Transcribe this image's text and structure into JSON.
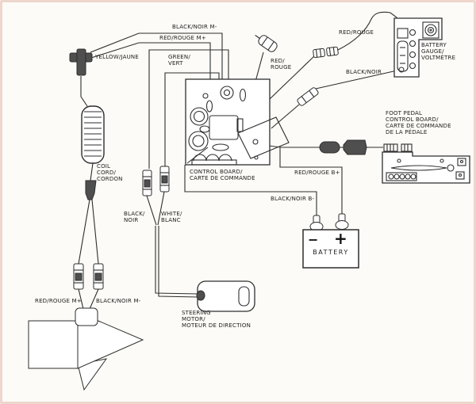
{
  "labels": {
    "black_noir_m_top": "BLACK/NOIR M-",
    "red_rouge_m_top": "RED/ROUGE M+",
    "yellow_jaune": "YELLOW/JAUNE",
    "green_vert": "GREEN/\nVERT",
    "red_rouge_fuse": "RED/\nROUGE",
    "red_rouge_gauge": "RED/ROUGE",
    "black_noir_gauge": "BLACK/NOIR",
    "battery_gauge": "BATTERY\nGAUGE/\nVOLTMÈTRE",
    "foot_pedal": "FOOT PEDAL\nCONTROL BOARD/\nCARTE DE COMMANDE\nDE LA PÉDALE",
    "control_board": "CONTROL BOARD/\nCARTE DE COMMANDE",
    "coil_cord": "COIL\nCORD/\nCORDON",
    "red_rouge_b": "RED/ROUGE B+",
    "black_noir_b": "BLACK/NOIR B-",
    "battery": "BATTERY",
    "battery_minus": "−",
    "battery_plus": "+",
    "black_noir_steering": "BLACK/\nNOIR",
    "white_blanc_steering": "WHITE/\nBLANC",
    "steering_motor": "STEERING\nMOTOR/\nMOTEUR DE DIRECTION",
    "red_rouge_motor": "RED/ROUGE M+",
    "black_noir_motor": "BLACK/NOIR M-"
  },
  "colors": {
    "line": "#2e2e2e",
    "connector_fill": "#4f4f4f",
    "frame": "#eed6cd",
    "background": "#fcfbf7"
  }
}
